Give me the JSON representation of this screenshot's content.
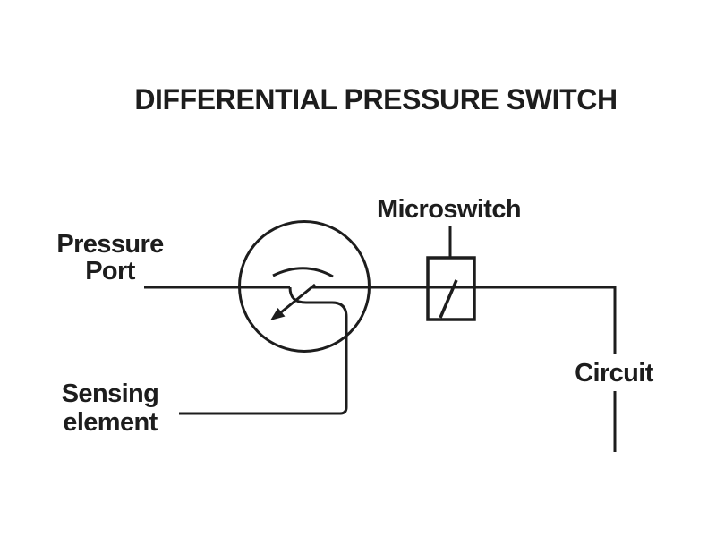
{
  "title": "DIFFERENTIAL PRESSURE SWITCH",
  "diagram": {
    "type": "schematic",
    "labels": {
      "pressure_port": {
        "lines": [
          "Pressure",
          "Port"
        ]
      },
      "microswitch": {
        "text": "Microswitch"
      },
      "sensing_element": {
        "lines": [
          "Sensing",
          "element"
        ]
      },
      "circuit": {
        "text": "Circuit"
      }
    },
    "symbols": [
      {
        "name": "sensing-element-gauge",
        "glyph": "circle with scale arc and needle arrow"
      },
      {
        "name": "microswitch-contact",
        "glyph": "rectangle with diagonal contact line"
      }
    ]
  },
  "colors": {
    "ink": "#1d1d1d",
    "background": "#ffffff"
  }
}
